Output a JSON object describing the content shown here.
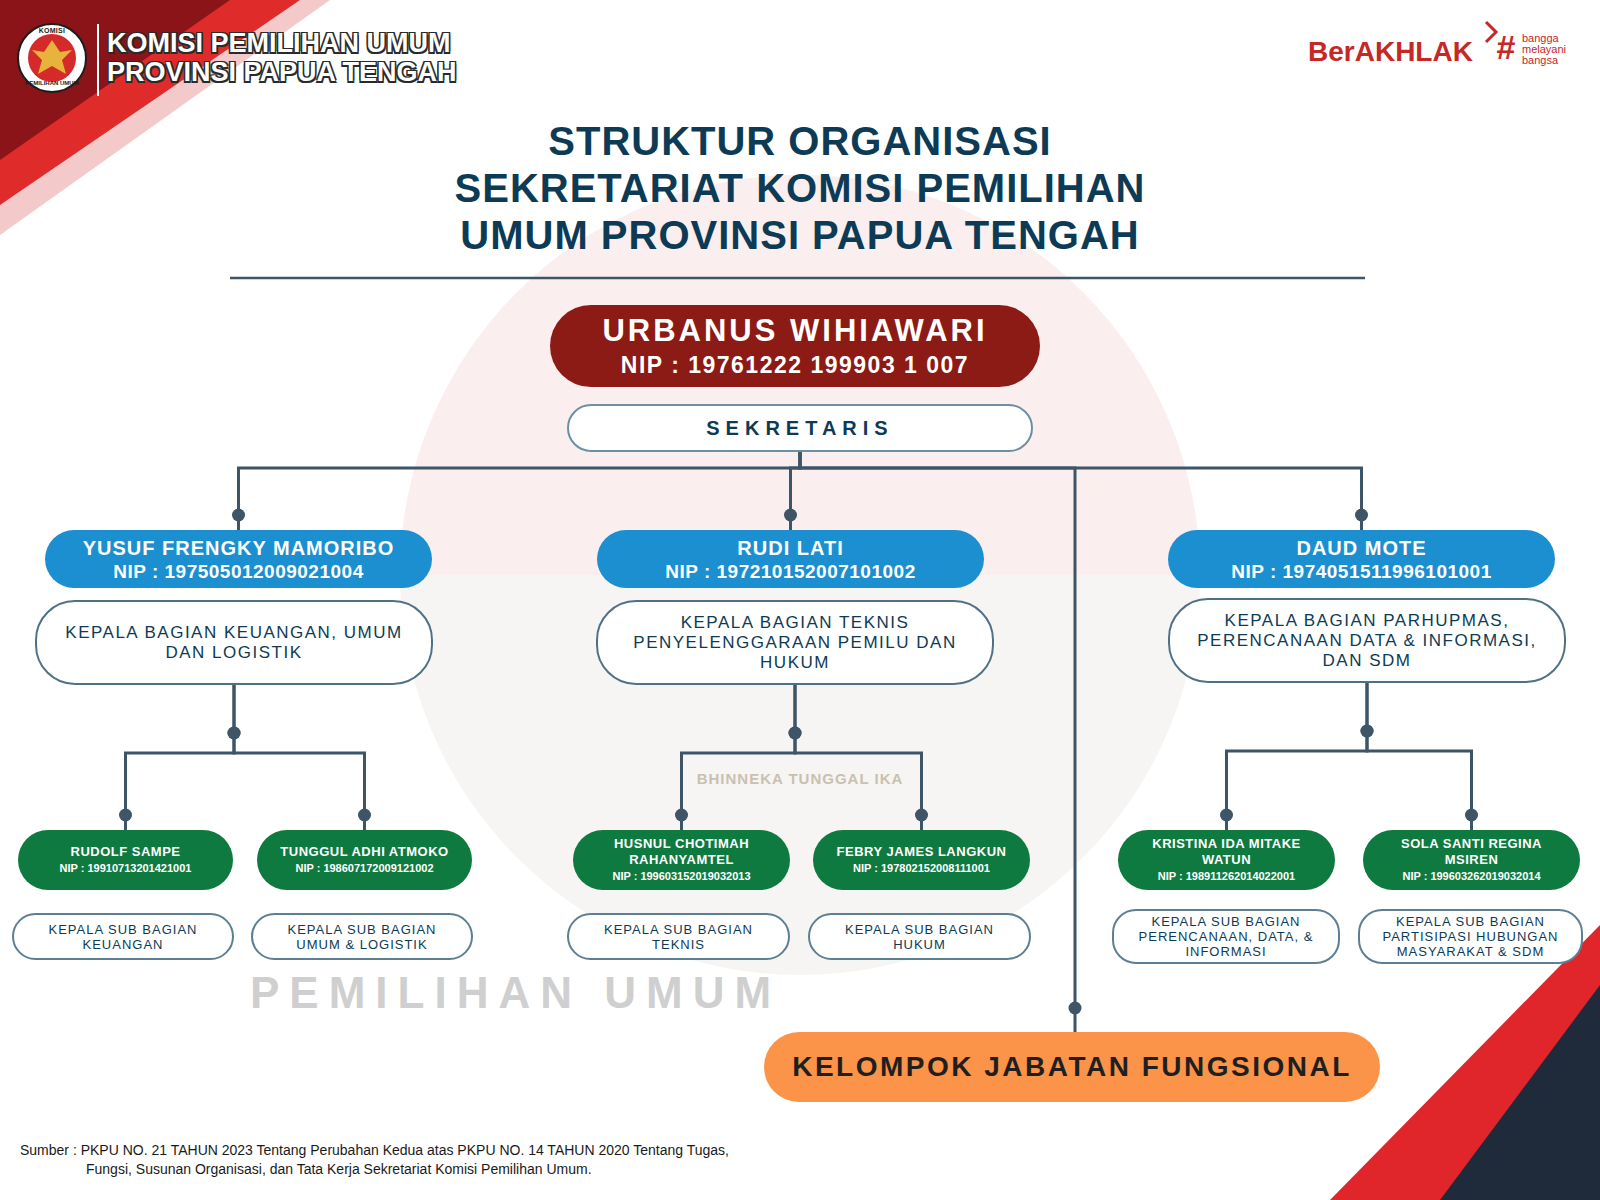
{
  "diagram": {
    "title": "STRUKTUR ORGANISASI SEKRETARIAT KOMISI PEMILIHAN UMUM PROVINSI PAPUA TENGAH",
    "caption": "Sumber : PKPU NO. 21 TAHUN 2023 Tentang Perubahan Kedua atas PKPU NO. 14 TAHUN 2020 Tentang Tugas, Fungsi, Susunan Organisasi, dan Tata Kerja Sekretariat Komisi Pemilihan Umum.",
    "nodes": [
      {
        "text": [
          "URBANUS WIHIAWARI",
          "NIP : 19761222 199903 1 007"
        ]
      },
      {
        "text": [
          "SEKRETARIS"
        ]
      },
      {
        "text": [
          "YUSUF FRENGKY MAMORIBO",
          "NIP : 197505012009021004"
        ]
      },
      {
        "text": [
          "KEPALA BAGIAN KEUANGAN, UMUM DAN LOGISTIK"
        ]
      },
      {
        "text": [
          "RUDI LATI",
          "NIP : 197210152007101002"
        ]
      },
      {
        "text": [
          "KEPALA BAGIAN TEKNIS PENYELENGGARAAN PEMILU DAN HUKUM"
        ]
      },
      {
        "text": [
          "DAUD MOTE",
          "NIP : 1974051511996101001"
        ]
      },
      {
        "text": [
          "KEPALA BAGIAN PARHUPMAS, PERENCANAAN DATA & INFORMASI, DAN SDM"
        ]
      },
      {
        "text": [
          "RUDOLF SAMPE",
          "NIP : 19910713201421001"
        ]
      },
      {
        "text": [
          "KEPALA SUB BAGIAN KEUANGAN"
        ]
      },
      {
        "text": [
          "TUNGGUL ADHI ATMOKO",
          "NIP : 198607172009121002"
        ]
      },
      {
        "text": [
          "KEPALA SUB BAGIAN UMUM & LOGISTIK"
        ]
      },
      {
        "text": [
          "HUSNUL CHOTIMAH RAHANYAMTEL",
          "NIP : 199603152019032013"
        ]
      },
      {
        "text": [
          "KEPALA SUB BAGIAN TEKNIS"
        ]
      },
      {
        "text": [
          "FEBRY JAMES LANGKUN",
          "NIP : 197802152008111001"
        ]
      },
      {
        "text": [
          "KEPALA SUB BAGIAN HUKUM"
        ]
      },
      {
        "text": [
          "KRISTINA IDA MITAKE WATUN",
          "NIP : 198911262014022001"
        ]
      },
      {
        "text": [
          "KEPALA SUB BAGIAN PERENCANAAN, DATA, & INFORMASI"
        ]
      },
      {
        "text": [
          "SOLA SANTI REGINA MSIREN",
          "NIP : 199603262019032014"
        ]
      },
      {
        "text": [
          "KEPALA SUB BAGIAN PARTISIPASI HUBUNGAN MASYARAKAT & SDM"
        ]
      },
      {
        "text": [
          "KELOMPOK JABATAN FUNGSIONAL"
        ]
      }
    ],
    "edges": [
      {
        "from": 1,
        "to": 2,
        "arrow": "none"
      },
      {
        "from": 1,
        "to": 4,
        "arrow": "none"
      },
      {
        "from": 1,
        "to": 6,
        "arrow": "none"
      },
      {
        "from": 1,
        "to": 20,
        "arrow": "none"
      },
      {
        "from": 3,
        "to": 8,
        "arrow": "none"
      },
      {
        "from": 3,
        "to": 10,
        "arrow": "none"
      },
      {
        "from": 5,
        "to": 12,
        "arrow": "none"
      },
      {
        "from": 5,
        "to": 14,
        "arrow": "none"
      },
      {
        "from": 7,
        "to": 16,
        "arrow": "none"
      },
      {
        "from": 7,
        "to": 18,
        "arrow": "none"
      }
    ],
    "labels": [
      "KOMISI",
      "PEMILIHAN UMUM",
      "KOMISI PEMILIHAN UMUM",
      "PROVINSI PAPUA TENGAH",
      "BerAKHLAK",
      "#",
      "bangga melayani bangsa",
      "PEMILIHAN UMUM",
      "BHINNEKA TUNGGAL IKA"
    ]
  }
}
